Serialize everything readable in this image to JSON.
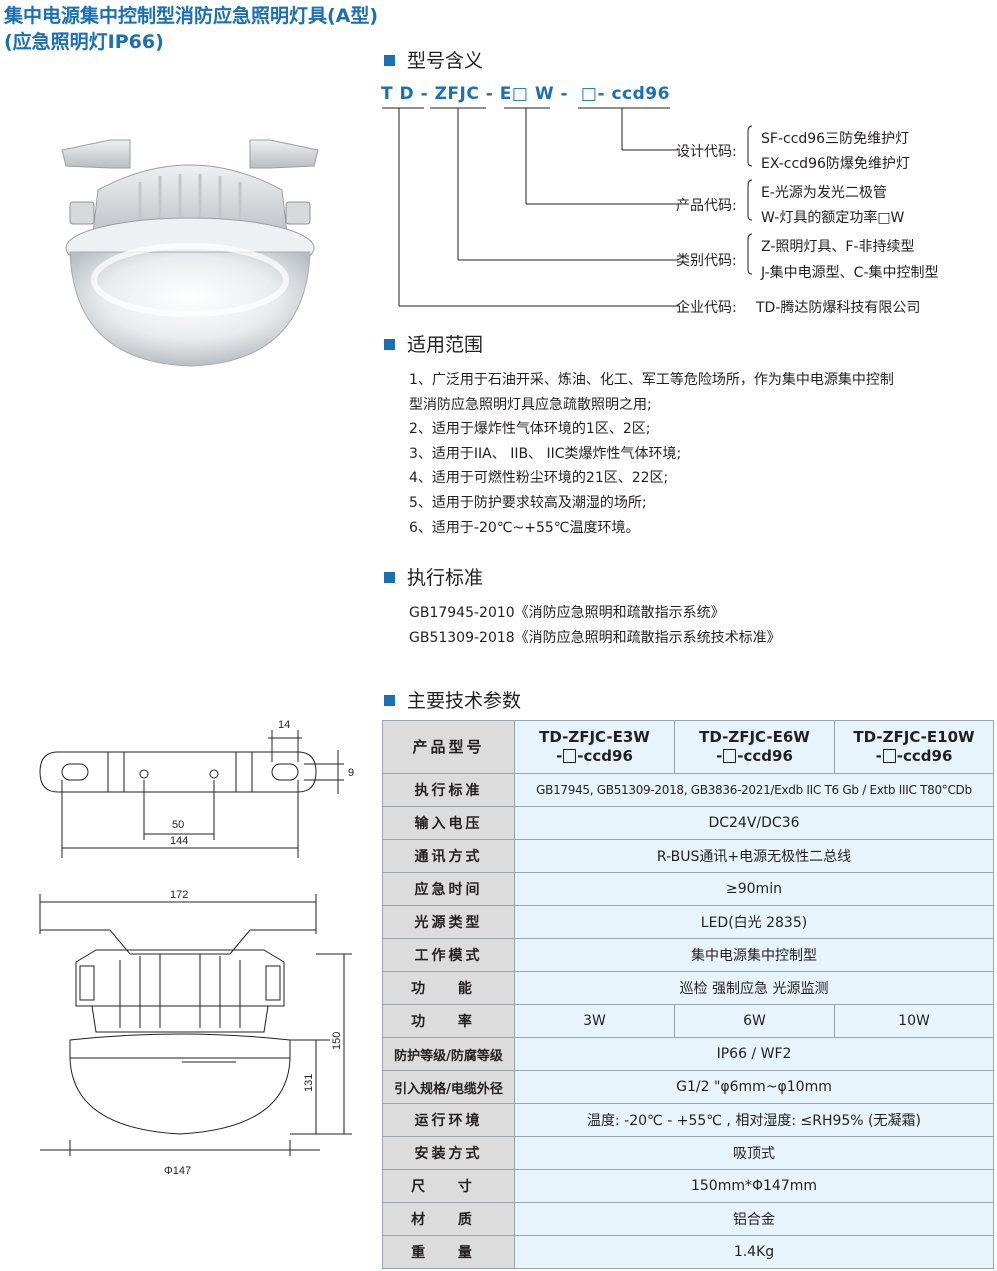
{
  "title": {
    "line1": "集中电源集中控制型消防应急照明灯具(A型)",
    "line2": "(应急照明灯IP66)"
  },
  "sections": {
    "model_meaning": "型号含义",
    "scope": "适用范围",
    "standards": "执行标准",
    "parameters": "主要技术参数"
  },
  "model_code": {
    "t": "T",
    "d": "D",
    "dash": "-",
    "zfjc": "ZFJC",
    "e": "E",
    "box": "□",
    "w": "W",
    "ccd96": "ccd96"
  },
  "code_groups": {
    "design_label": "设计代码:",
    "design_1": "SF-ccd96三防免维护灯",
    "design_2": "EX-ccd96防爆免维护灯",
    "product_label": "产品代码:",
    "product_1": "E-光源为发光二极管",
    "product_2": "W-灯具的额定功率□W",
    "category_label": "类别代码:",
    "category_1": "Z-照明灯具、F-非持续型",
    "category_2": "J-集中电源型、C-集中控制型",
    "company_label": "企业代码:",
    "company_1": "TD-腾达防爆科技有限公司"
  },
  "scope_lines": [
    "1、广泛用于石油开采、炼油、化工、军工等危险场所，作为集中电源集中控制",
    "型消防应急照明灯具应急疏散照明之用;",
    "2、适用于爆炸性气体环境的1区、2区;",
    "3、适用于IIA、 IIB、 IIC类爆炸性气体环境;",
    "4、适用于可燃性粉尘环境的21区、22区;",
    "5、适用于防护要求较高及潮湿的场所;",
    "6、适用于-20℃~+55℃温度环境。"
  ],
  "standards": [
    "GB17945-2010《消防应急照明和疏散指示系统》",
    "GB51309-2018《消防应急照明和疏散指示系统技术标准》"
  ],
  "dimensions": {
    "d14": "14",
    "d9": "9",
    "d50": "50",
    "d144": "144",
    "d172": "172",
    "d131": "131",
    "d150": "150",
    "d147": "Φ147"
  },
  "spec_table": {
    "header_label": "产品型号",
    "models": [
      {
        "l1": "TD-ZFJC-E3W",
        "pre": "-",
        "post": "-ccd96"
      },
      {
        "l1": "TD-ZFJC-E6W",
        "pre": "-",
        "post": "-ccd96"
      },
      {
        "l1": "TD-ZFJC-E10W",
        "pre": "-",
        "post": "-ccd96"
      }
    ],
    "rows": {
      "standard_l": "执行标准",
      "standard_v": "GB17945, GB51309-2018, GB3836-2021/Exdb IIC T6 Gb / Extb IIIC T80°CDb",
      "voltage_l": "输入电压",
      "voltage_v": "DC24V/DC36",
      "comm_l": "通讯方式",
      "comm_v": "R-BUS通讯+电源无极性二总线",
      "time_l": "应急时间",
      "time_v": "≥90min",
      "light_l": "光源类型",
      "light_v": "LED(白光 2835)",
      "mode_l": "工作模式",
      "mode_v": "集中电源集中控制型",
      "func_l": "功 能",
      "func_v": "巡检 强制应急 光源监测",
      "power_l": "功 率",
      "power_v1": "3W",
      "power_v2": "6W",
      "power_v3": "10W",
      "ip_l": "防护等级/防腐等级",
      "ip_v": "IP66 / WF2",
      "cable_l": "引入规格/电缆外径",
      "cable_v": "G1/2 \"φ6mm~φ10mm",
      "env_l": "运行环境",
      "env_v": "温度: -20℃ - +55℃ , 相对湿度: ≤RH95% (无凝霜)",
      "install_l": "安装方式",
      "install_v": "吸顶式",
      "size_l": "尺 寸",
      "size_v": "150mm*Φ147mm",
      "material_l": "材 质",
      "material_v": "铝合金",
      "weight_l": "重 量",
      "weight_v": "1.4Kg"
    }
  },
  "colors": {
    "accent": "#1a6fb5",
    "label_bg": "#dcdcdd",
    "value_bg": "#e8f4fb"
  }
}
